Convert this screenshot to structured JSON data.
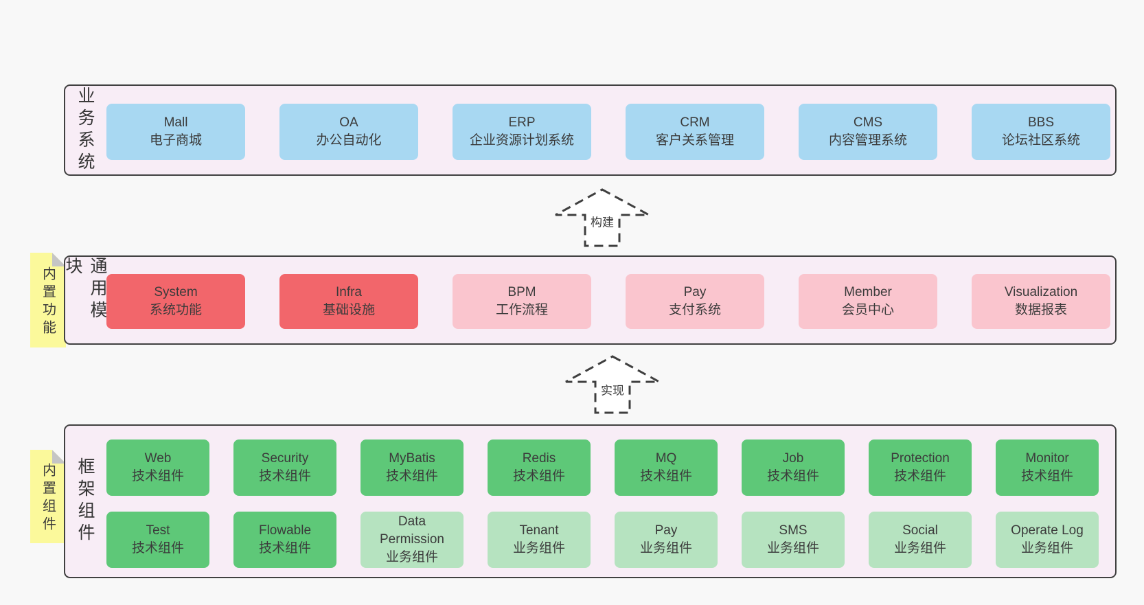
{
  "diagram": {
    "bands": [
      {
        "label": "业务系统",
        "boxes": [
          {
            "title": "Mall",
            "subtitle": "电子商城"
          },
          {
            "title": "OA",
            "subtitle": "办公自动化"
          },
          {
            "title": "ERP",
            "subtitle": "企业资源计划系统"
          },
          {
            "title": "CRM",
            "subtitle": "客户关系管理"
          },
          {
            "title": "CMS",
            "subtitle": "内容管理系统"
          },
          {
            "title": "BBS",
            "subtitle": "论坛社区系统"
          }
        ]
      },
      {
        "label": "通用模块",
        "note": "内置功能",
        "boxes": [
          {
            "title": "System",
            "subtitle": "系统功能"
          },
          {
            "title": "Infra",
            "subtitle": "基础设施"
          },
          {
            "title": "BPM",
            "subtitle": "工作流程"
          },
          {
            "title": "Pay",
            "subtitle": "支付系统"
          },
          {
            "title": "Member",
            "subtitle": "会员中心"
          },
          {
            "title": "Visualization",
            "subtitle": "数据报表"
          }
        ]
      },
      {
        "label": "框架组件",
        "note": "内置组件",
        "row1": [
          {
            "title": "Web",
            "subtitle": "技术组件"
          },
          {
            "title": "Security",
            "subtitle": "技术组件"
          },
          {
            "title": "MyBatis",
            "subtitle": "技术组件"
          },
          {
            "title": "Redis",
            "subtitle": "技术组件"
          },
          {
            "title": "MQ",
            "subtitle": "技术组件"
          },
          {
            "title": "Job",
            "subtitle": "技术组件"
          },
          {
            "title": "Protection",
            "subtitle": "技术组件"
          },
          {
            "title": "Monitor",
            "subtitle": "技术组件"
          }
        ],
        "row2": [
          {
            "title": "Test",
            "subtitle": "技术组件"
          },
          {
            "title": "Flowable",
            "subtitle": "技术组件"
          },
          {
            "title": "Data Permission",
            "subtitle": "业务组件"
          },
          {
            "title": "Tenant",
            "subtitle": "业务组件"
          },
          {
            "title": "Pay",
            "subtitle": "业务组件"
          },
          {
            "title": "SMS",
            "subtitle": "业务组件"
          },
          {
            "title": "Social",
            "subtitle": "业务组件"
          },
          {
            "title": "Operate Log",
            "subtitle": "业务组件"
          }
        ]
      }
    ],
    "arrows": [
      {
        "label": "构建"
      },
      {
        "label": "实现"
      }
    ],
    "colors": {
      "page_background": "#f8f8f8",
      "band_fill": "#f8edf6",
      "band_border": "#404040",
      "box_blue": "#a8d8f2",
      "box_red": "#f2666b",
      "box_pink": "#fac5ce",
      "box_green": "#5ec878",
      "box_light_green": "#b6e3c0",
      "note_yellow": "#fbf99b",
      "note_fold_gray": "#c5c5c5",
      "text": "#3b3b3b"
    }
  }
}
